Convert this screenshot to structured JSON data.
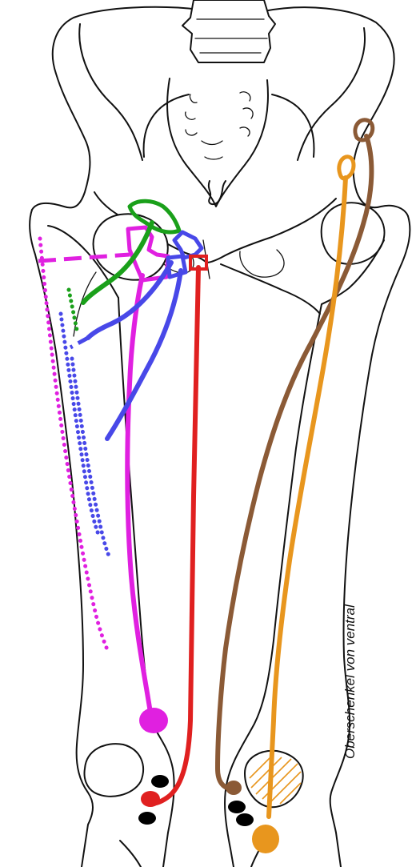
{
  "caption": "Oberschenkel von ventral",
  "colors": {
    "magenta": "#e020e0",
    "green": "#1aa01a",
    "blue": "#4848e8",
    "red": "#e02020",
    "brown": "#8b5a36",
    "orange": "#e8961e",
    "black": "#000000",
    "outline": "#111111"
  },
  "muscles": [
    {
      "id": "magenta",
      "color": "magenta"
    },
    {
      "id": "green",
      "color": "green"
    },
    {
      "id": "blue",
      "color": "blue"
    },
    {
      "id": "red",
      "color": "red"
    },
    {
      "id": "brown",
      "color": "brown"
    },
    {
      "id": "orange",
      "color": "orange"
    }
  ]
}
